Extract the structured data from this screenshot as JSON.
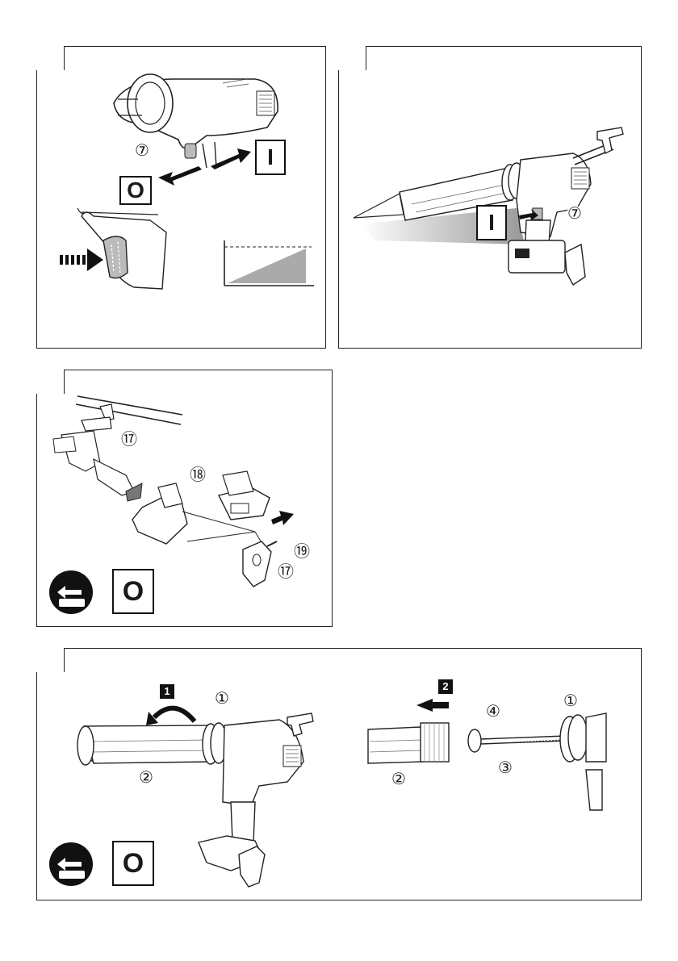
{
  "panel1": {
    "callout_switch": "⑦",
    "symbol_off": "O",
    "symbol_on": "I"
  },
  "panel2": {
    "callout_switch": "⑦",
    "symbol_on": "I"
  },
  "panel3": {
    "callout_hook_top": "⑰",
    "callout_base": "⑱",
    "callout_screw": "⑲",
    "callout_hook_bottom": "⑰",
    "symbol_off": "O"
  },
  "panel4": {
    "step_one": "1",
    "step_two": "2",
    "callout_cap_left": "①",
    "callout_tube_left": "②",
    "callout_cap_right": "①",
    "callout_tube_right": "②",
    "callout_rod": "③",
    "callout_plunger": "④",
    "symbol_off": "O"
  },
  "footer": {
    "text": ""
  }
}
